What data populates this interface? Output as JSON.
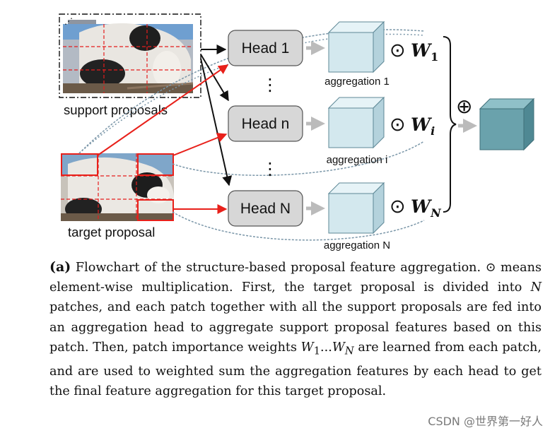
{
  "diagram": {
    "support_label": "support proposals",
    "target_label": "target proposal",
    "heads": [
      "Head 1",
      "Head n",
      "Head N"
    ],
    "ellipsis": "⋮",
    "aggregations": [
      "aggregation 1",
      "aggregation i",
      "aggregation N"
    ],
    "odot": "⊙",
    "oplus": "⊕",
    "weights": [
      {
        "base": "W",
        "sub": "1"
      },
      {
        "base": "W",
        "sub": "i"
      },
      {
        "base": "W",
        "sub": "N"
      }
    ],
    "colors": {
      "head_fill": "#d7d7d7",
      "head_stroke": "#555555",
      "cube_front": "#d3e8ee",
      "cube_top": "#e6f3f7",
      "cube_side": "#b4d2dc",
      "cube_stroke": "#5d8796",
      "final_front": "#6aa2ac",
      "final_top": "#8fc0c8",
      "final_side": "#4f8893",
      "arrow_black": "#111111",
      "arrow_red": "#e8201a",
      "arrow_grey": "#bbbbbb",
      "grid_red": "#e51d1d",
      "dashed_link": "#7a96a8"
    }
  },
  "caption": {
    "label": "(a)",
    "text_1": " Flowchart of the structure-based proposal feature aggregation. ",
    "odot": "⊙",
    "text_2": " means element-wise multiplication. First, the target proposal is divided into ",
    "n1": "N",
    "text_3": " patches, and each patch together with all the support proposals are fed into an aggregation head to aggregate support proposal features based on this patch. Then, patch importance weights ",
    "w_first": "W",
    "w_first_sub": "1",
    "ellipsis": "...",
    "w_last": "W",
    "w_last_sub": "N",
    "text_4": " are learned from each patch, and are used to weighted sum the aggregation features by each head to get the final feature aggregation for this target proposal."
  },
  "watermark": "CSDN @世界第一好人"
}
